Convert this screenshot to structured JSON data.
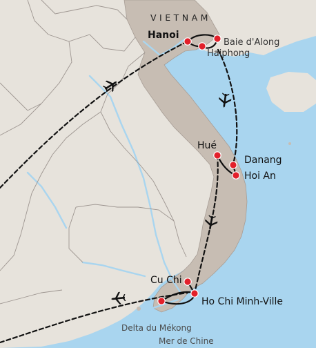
{
  "map": {
    "country": "VIETNAM",
    "sea": "Mer de Chine",
    "delta": "Delta du Mékong",
    "cities": {
      "hanoi": "Hanoi",
      "along": "Baie d'Along",
      "haiphong": "Haiphong",
      "hue": "Hué",
      "danang": "Danang",
      "hoian": "Hoi An",
      "cuchi": "Cu Chi",
      "hcm": "Ho Chi Minh-Ville"
    },
    "colors": {
      "sea": "#a9d5ef",
      "land": "#e7e3dc",
      "country": "#c7bdb3",
      "border": "#9d9590",
      "river": "#a9d5ef",
      "marker": "#e2202a",
      "route": "#111111"
    },
    "icons": [
      "plane-icon",
      "city-marker-icon"
    ]
  }
}
